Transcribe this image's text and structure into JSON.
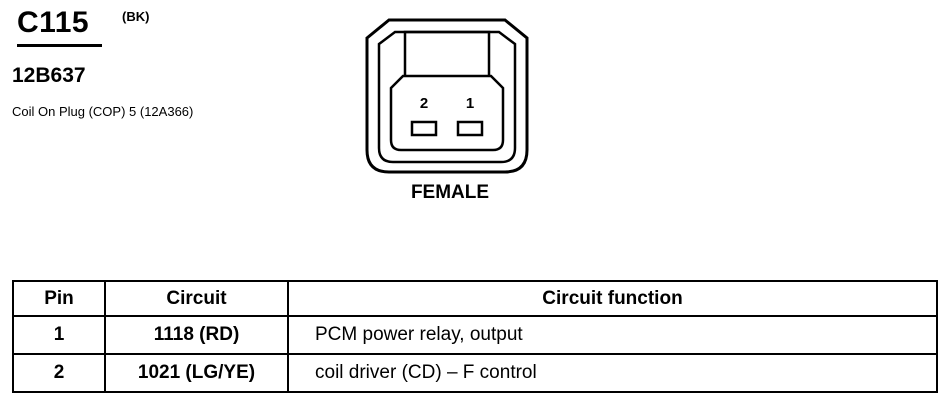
{
  "connector": {
    "id": "C115",
    "color_code": "(BK)",
    "part_number": "12B637",
    "description": "Coil On Plug (COP) 5 (12A366)",
    "gender": "FEMALE",
    "pin_labels": [
      "2",
      "1"
    ]
  },
  "pinout_table": {
    "headers": {
      "pin": "Pin",
      "circuit": "Circuit",
      "function": "Circuit function"
    },
    "rows": [
      {
        "pin": "1",
        "circuit": "1118 (RD)",
        "function": "PCM power relay, output"
      },
      {
        "pin": "2",
        "circuit": "1021 (LG/YE)",
        "function": "coil driver (CD) – F control"
      }
    ]
  }
}
